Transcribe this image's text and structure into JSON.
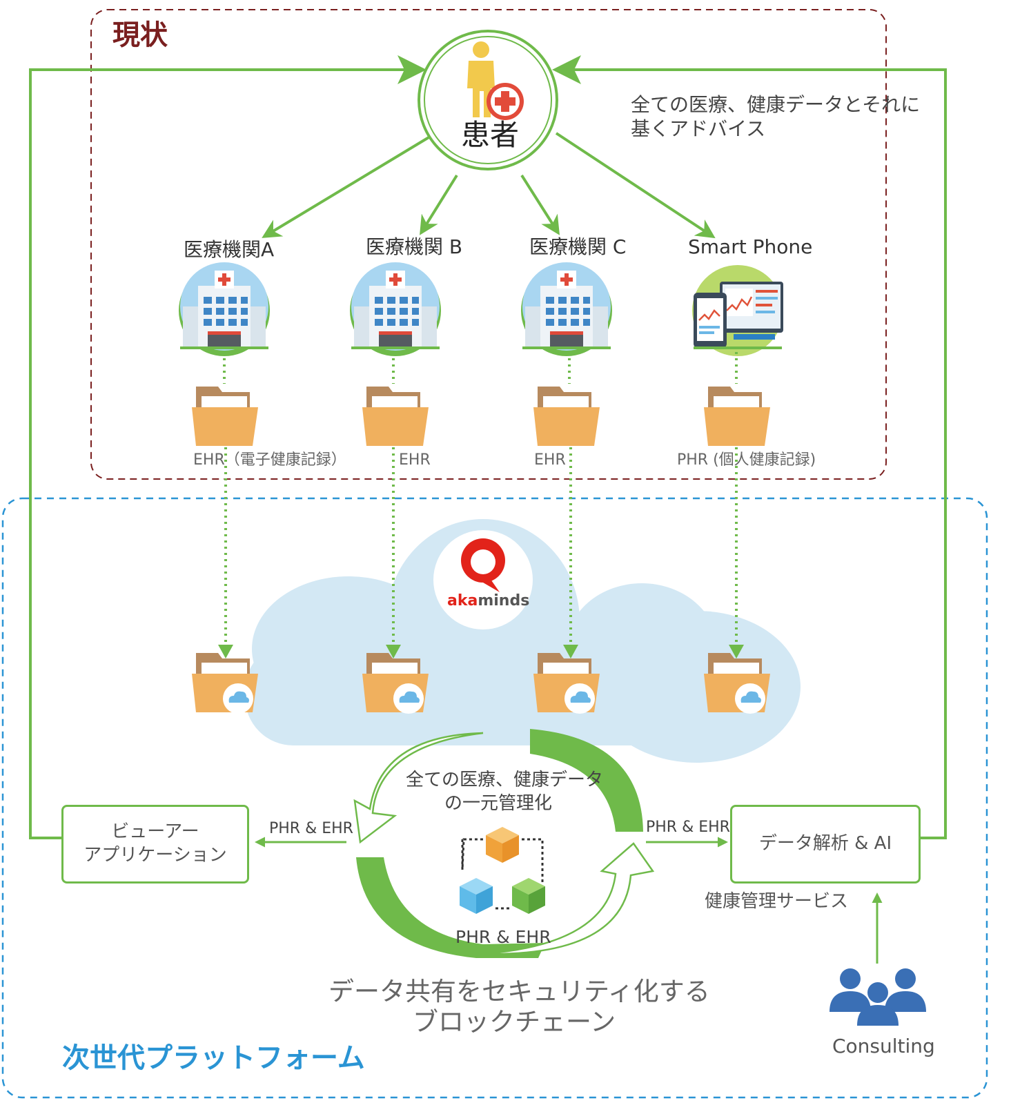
{
  "current_state": {
    "title": "現状"
  },
  "patient": {
    "label": "患者"
  },
  "advice": {
    "text_line1": "全ての医療、健康データとそれに",
    "text_line2": "基くアドバイス"
  },
  "institutions": [
    {
      "label": "医療機関A",
      "record": "EHR（電子健康記録）"
    },
    {
      "label": "医療機関 B",
      "record": "EHR"
    },
    {
      "label": "医療機関 C",
      "record": "EHR"
    },
    {
      "label": "Smart Phone",
      "record": "PHR (個人健康記録)"
    }
  ],
  "cloud": {
    "brand_part1": "aka",
    "brand_part2": "minds"
  },
  "blockchain": {
    "center_line1": "全ての医療、健康データ",
    "center_line2": "の一元管理化",
    "data_label": "PHR & EHR",
    "caption_line1": "データ共有をセキュリティ化する",
    "caption_line2": "ブロックチェーン"
  },
  "viewer": {
    "line1": "ビューアー",
    "line2": "アプリケーション",
    "flow_label": "PHR & EHR"
  },
  "analysis": {
    "label": "データ解析 & AI",
    "flow_label": "PHR & EHR",
    "service": "健康管理サービス"
  },
  "consulting": {
    "label": "Consulting"
  },
  "next_platform": {
    "title": "次世代プラットフォーム"
  },
  "colors": {
    "green": "#6fba4a",
    "dark_red": "#7a1f1f",
    "blue": "#2a94d4",
    "folder": "#f0b05e",
    "folder_tab": "#b78a5e",
    "cloud": "#d3e8f4",
    "user": "#3a6fb5"
  }
}
